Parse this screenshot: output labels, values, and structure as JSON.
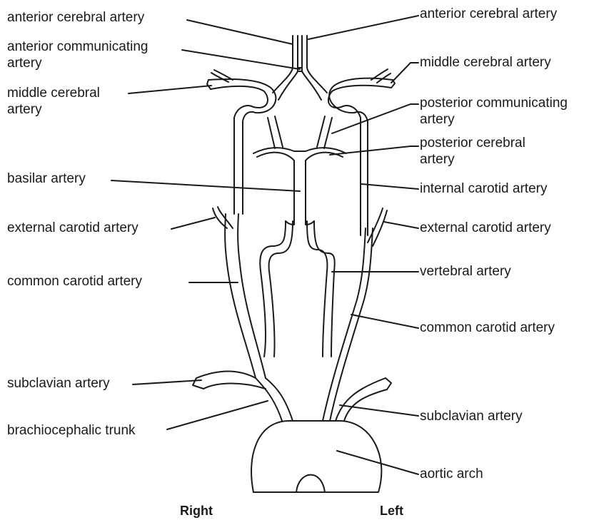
{
  "labels": {
    "anterior_cerebral_right": "anterior cerebral artery",
    "anterior_cerebral_left": "anterior cerebral artery",
    "anterior_communicating": [
      "anterior communicating",
      "artery"
    ],
    "middle_cerebral_right": [
      "middle cerebral",
      "artery"
    ],
    "middle_cerebral_left": "middle cerebral artery",
    "posterior_communicating": [
      "posterior communicating",
      "artery"
    ],
    "posterior_cerebral": [
      "posterior cerebral",
      "artery"
    ],
    "basilar": "basilar artery",
    "internal_carotid": "internal carotid artery",
    "external_carotid_right": "external carotid artery",
    "external_carotid_left": "external carotid artery",
    "common_carotid_right": "common carotid artery",
    "vertebral": "vertebral artery",
    "common_carotid_left": "common carotid artery",
    "subclavian_right": "subclavian artery",
    "subclavian_left": "subclavian artery",
    "brachiocephalic": "brachiocephalic trunk",
    "aortic_arch": "aortic arch"
  },
  "sides": {
    "right": "Right",
    "left": "Left"
  }
}
